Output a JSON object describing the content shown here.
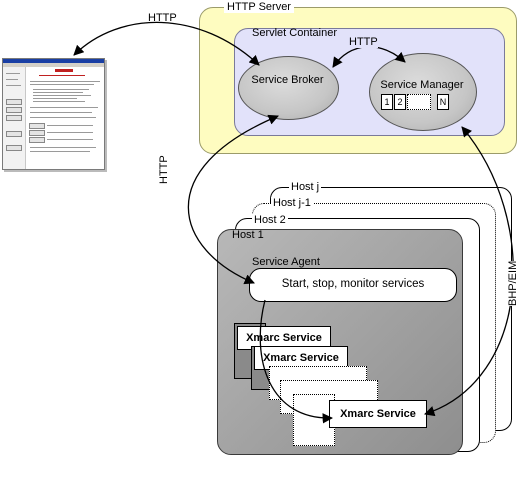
{
  "http_server": {
    "label": "HTTP Server"
  },
  "servlet_container": {
    "label": "Servlet Container"
  },
  "service_broker": {
    "label": "Service Broker"
  },
  "service_manager": {
    "label": "Service Manager",
    "slots": [
      "1",
      "2",
      "N"
    ]
  },
  "hosts": {
    "host_j": "Host j",
    "host_j1": "Host j-1",
    "host_2": "Host 2",
    "host_1": "Host 1"
  },
  "service_agent": {
    "label": "Service Agent",
    "description": "Start, stop, monitor services"
  },
  "xmarc_services": [
    "Xmarc Service",
    "Xmarc Service",
    "Xmarc Service"
  ],
  "connections": {
    "browser_to_broker": "HTTP",
    "broker_to_manager": "HTTP",
    "broker_to_agent": "HTTP",
    "manager_to_service": "BHP/EIM"
  }
}
